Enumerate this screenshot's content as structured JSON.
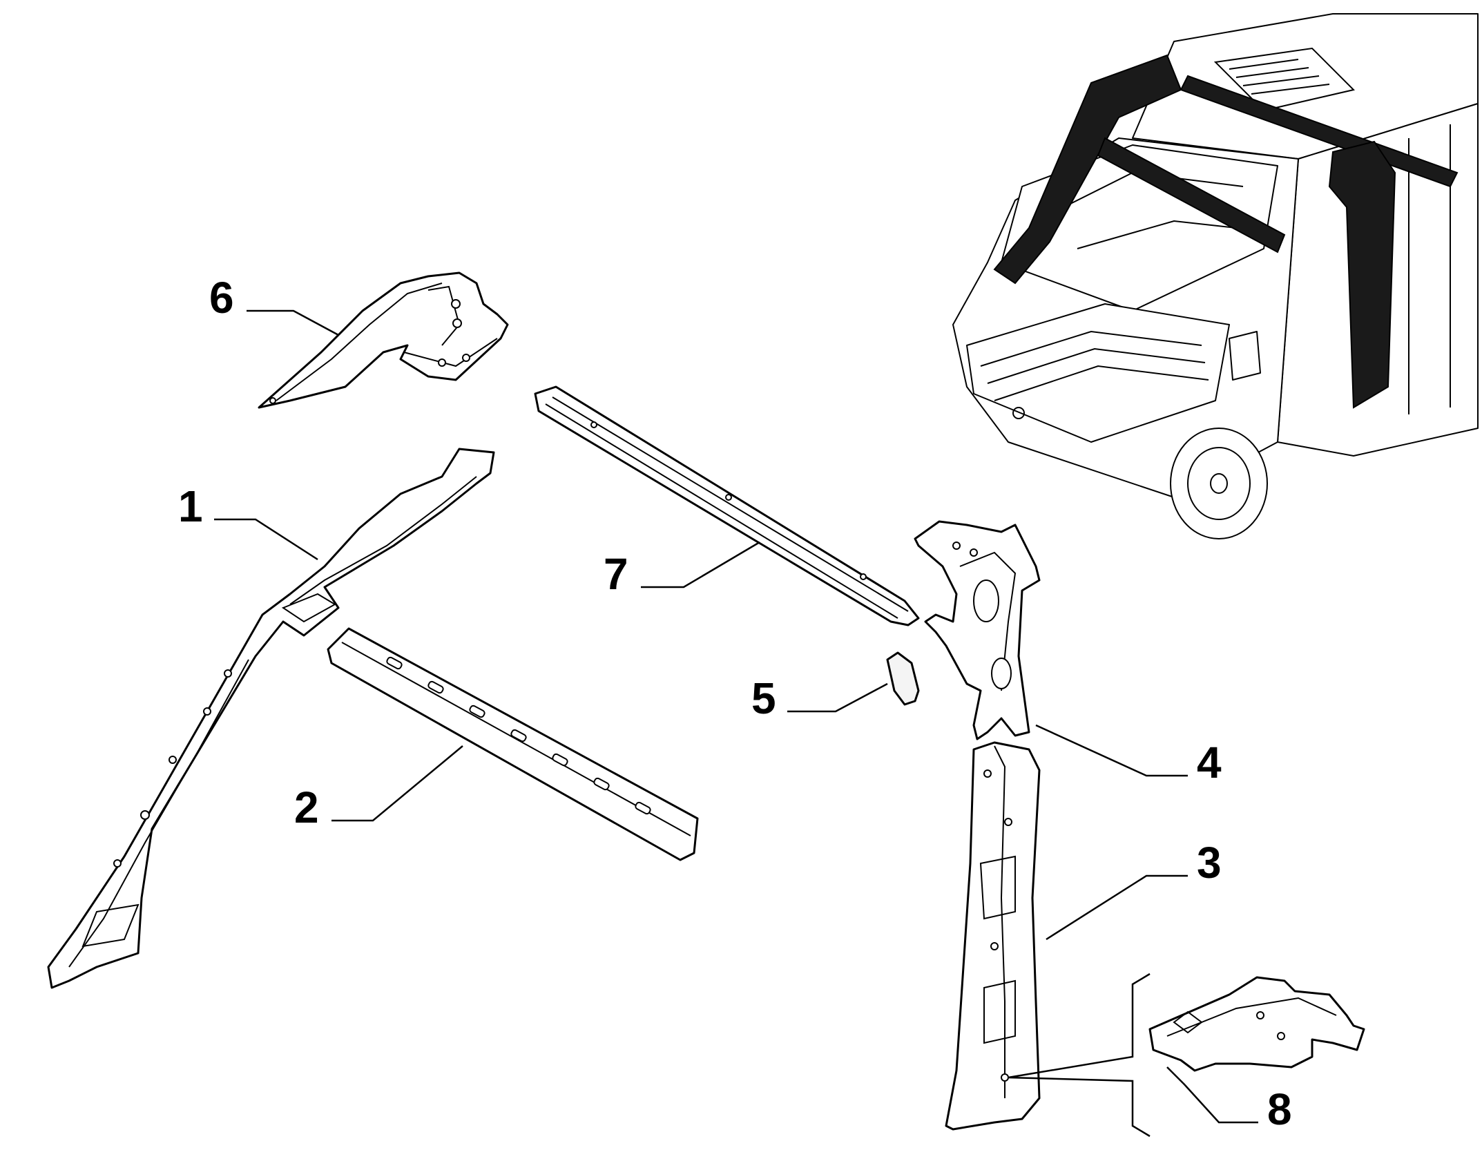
{
  "callouts": [
    {
      "id": "1",
      "label": "1"
    },
    {
      "id": "2",
      "label": "2"
    },
    {
      "id": "3",
      "label": "3"
    },
    {
      "id": "4",
      "label": "4"
    },
    {
      "id": "5",
      "label": "5"
    },
    {
      "id": "6",
      "label": "6"
    },
    {
      "id": "7",
      "label": "7"
    },
    {
      "id": "8",
      "label": "8"
    }
  ],
  "colors": {
    "line": "#000000",
    "background": "#ffffff",
    "highlight": "#1a1a1a"
  }
}
